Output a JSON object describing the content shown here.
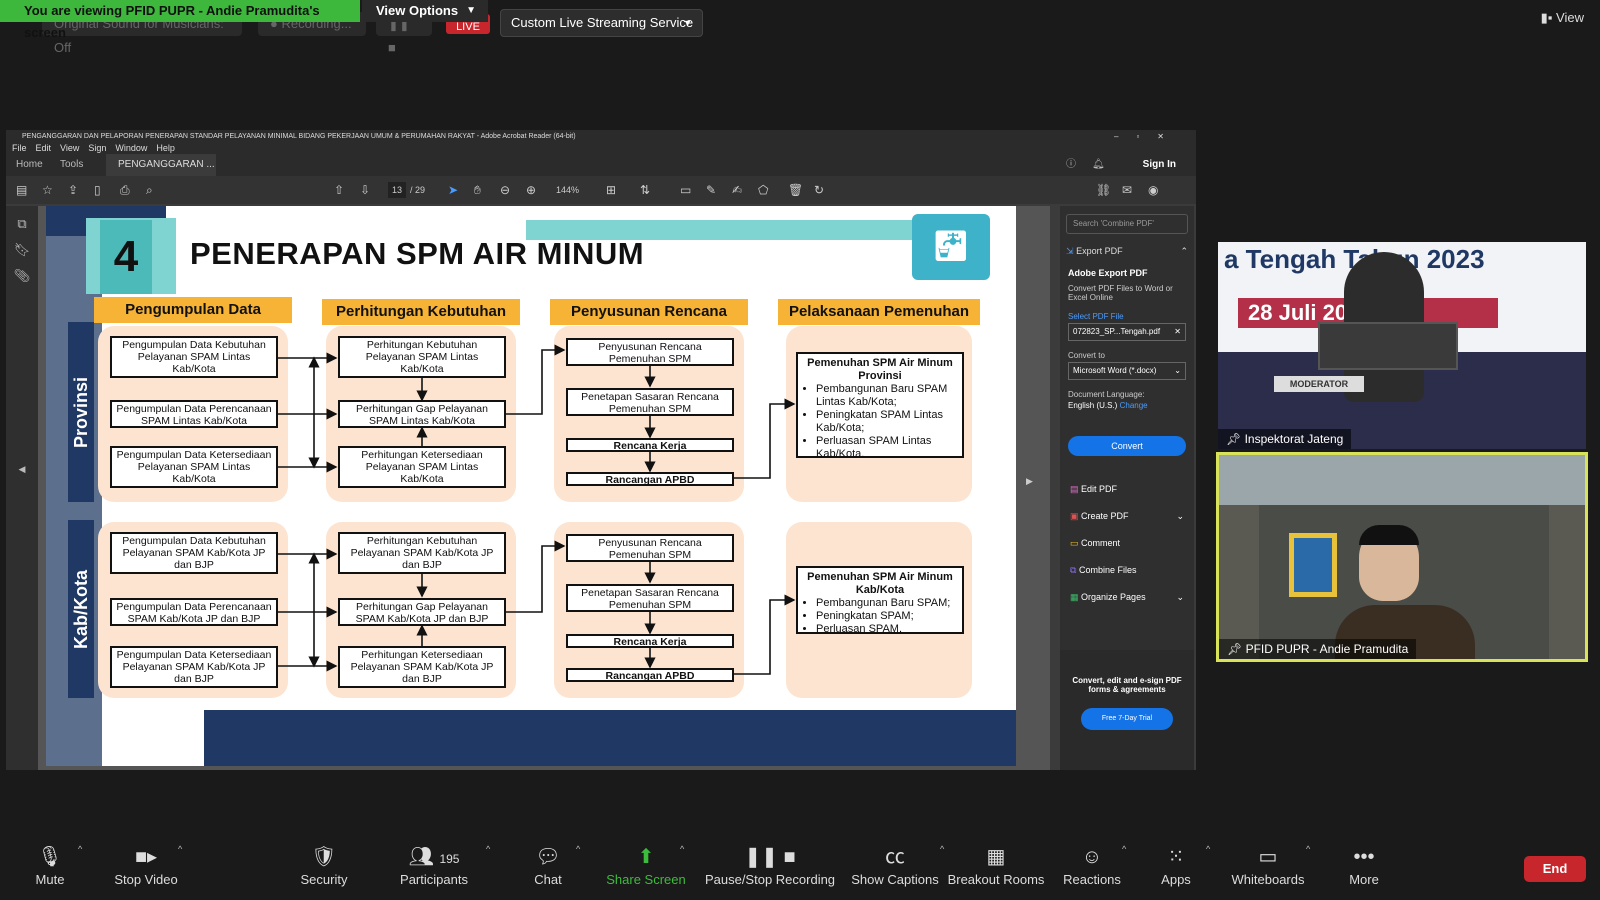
{
  "topbar": {
    "share_banner": "You are viewing PFID PUPR - Andie Pramudita's screen",
    "view_options": "View Options",
    "stream_label": "Custom Live Streaming Service",
    "view_label": "View"
  },
  "acrobat": {
    "window_title": "PENGANGGARAN DAN PELAPORAN PENERAPAN STANDAR PELAYANAN MINIMAL BIDANG PEKERJAAN UMUM & PERUMAHAN RAKYAT - Adobe Acrobat Reader (64-bit)",
    "menu": [
      "File",
      "Edit",
      "View",
      "Sign",
      "Window",
      "Help"
    ],
    "tabs": {
      "home": "Home",
      "tools": "Tools",
      "doc": "PENGANGGARAN ..."
    },
    "sign_in": "Sign In",
    "page_current": "13",
    "page_total": "/ 29",
    "zoom": "144%",
    "panel": {
      "search_placeholder": "Search 'Combine PDF'",
      "export_pdf": "Export PDF",
      "adobe_export": "Adobe Export PDF",
      "convert_desc": "Convert PDF Files to Word or Excel Online",
      "select_file": "Select PDF File",
      "file_name": "072823_SP...Tengah.pdf",
      "convert_to": "Convert to",
      "format": "Microsoft Word (*.docx)",
      "doc_lang": "Document Language:",
      "lang": "English (U.S.)",
      "change": "Change",
      "convert_btn": "Convert",
      "tools": [
        "Edit PDF",
        "Create PDF",
        "Comment",
        "Combine Files",
        "Organize Pages"
      ],
      "promo": "Convert, edit and e-sign PDF forms & agreements",
      "trial": "Free 7-Day Trial"
    }
  },
  "slide": {
    "number": "4",
    "title": "PENERAPAN SPM AIR MINUM",
    "columns": [
      "Pengumpulan Data",
      "Perhitungan Kebutuhan",
      "Penyusunan Rencana",
      "Pelaksanaan Pemenuhan"
    ],
    "rows": [
      "Provinsi",
      "Kab/Kota"
    ],
    "prov": {
      "c1": [
        "Pengumpulan Data Kebutuhan Pelayanan SPAM Lintas Kab/Kota",
        "Pengumpulan Data Perencanaan SPAM Lintas Kab/Kota",
        "Pengumpulan Data Ketersediaan Pelayanan SPAM Lintas Kab/Kota"
      ],
      "c2": [
        "Perhitungan Kebutuhan Pelayanan SPAM Lintas Kab/Kota",
        "Perhitungan Gap Pelayanan SPAM Lintas Kab/Kota",
        "Perhitungan Ketersediaan Pelayanan SPAM Lintas Kab/Kota"
      ],
      "c3": [
        "Penyusunan Rencana Pemenuhan SPM",
        "Penetapan Sasaran Rencana Pemenuhan SPM",
        "Rencana Kerja",
        "Rancangan APBD"
      ],
      "res_title": "Pemenuhan SPM Air Minum Provinsi",
      "res_items": [
        "Pembangunan Baru SPAM Lintas Kab/Kota;",
        "Peningkatan SPAM Lintas Kab/Kota;",
        "Perluasan SPAM Lintas Kab/Kota."
      ]
    },
    "kab": {
      "c1": [
        "Pengumpulan Data Kebutuhan Pelayanan SPAM Kab/Kota JP dan BJP",
        "Pengumpulan Data Perencanaan SPAM Kab/Kota JP dan BJP",
        "Pengumpulan Data Ketersediaan Pelayanan SPAM Kab/Kota JP dan BJP"
      ],
      "c2": [
        "Perhitungan Kebutuhan Pelayanan SPAM Kab/Kota JP dan BJP",
        "Perhitungan Gap Pelayanan SPAM Kab/Kota JP dan BJP",
        "Perhitungan Ketersediaan Pelayanan SPAM Kab/Kota JP dan BJP"
      ],
      "c3": [
        "Penyusunan Rencana Pemenuhan SPM",
        "Penetapan Sasaran Rencana Pemenuhan SPM",
        "Rencana Kerja",
        "Rancangan APBD"
      ],
      "res_title": "Pemenuhan SPM Air Minum Kab/Kota",
      "res_items": [
        "Pembangunan Baru SPAM;",
        "Peningkatan SPAM;",
        "Perluasan SPAM."
      ]
    }
  },
  "videos": {
    "v1_label": "Inspektorat Jateng",
    "v1_banner": "a Tengah Tahun 2023",
    "v1_date": "28 Juli 2023",
    "v1_moderator": "MODERATOR",
    "v2_label": "PFID PUPR - Andie Pramudita"
  },
  "toolbar": {
    "mute": "Mute",
    "stop_video": "Stop Video",
    "security": "Security",
    "participants": "Participants",
    "participants_count": "195",
    "chat": "Chat",
    "share": "Share Screen",
    "record": "Pause/Stop Recording",
    "captions": "Show Captions",
    "breakout": "Breakout Rooms",
    "reactions": "Reactions",
    "apps": "Apps",
    "whiteboards": "Whiteboards",
    "more": "More",
    "end": "End"
  },
  "colors": {
    "share_green": "#3db83d",
    "zoom_blue": "#0e72ed",
    "end_red": "#c6262c",
    "slide_orange": "#f6b335",
    "slide_navy": "#203864"
  }
}
